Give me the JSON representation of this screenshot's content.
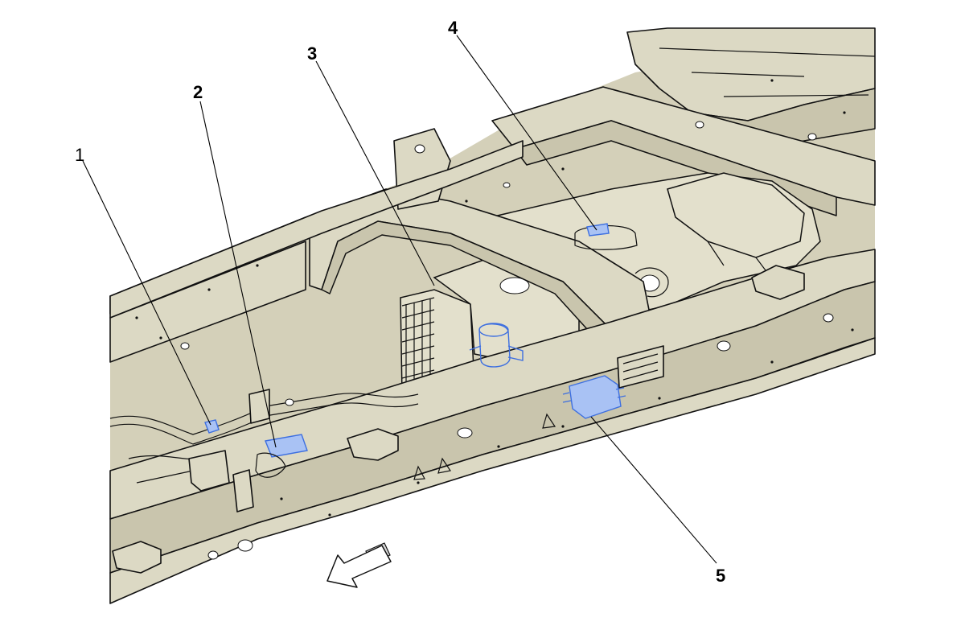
{
  "callouts": [
    {
      "id": "1",
      "label": "1"
    },
    {
      "id": "2",
      "label": "2"
    },
    {
      "id": "3",
      "label": "3"
    },
    {
      "id": "4",
      "label": "4"
    },
    {
      "id": "5",
      "label": "5"
    }
  ],
  "colors": {
    "frame": "#dcd9c4",
    "highlight": "#a9c2f4",
    "highlight_stroke": "#3d6fe0",
    "ink": "#111111"
  },
  "icons": {
    "direction_arrow": "front-direction-arrow-icon"
  }
}
